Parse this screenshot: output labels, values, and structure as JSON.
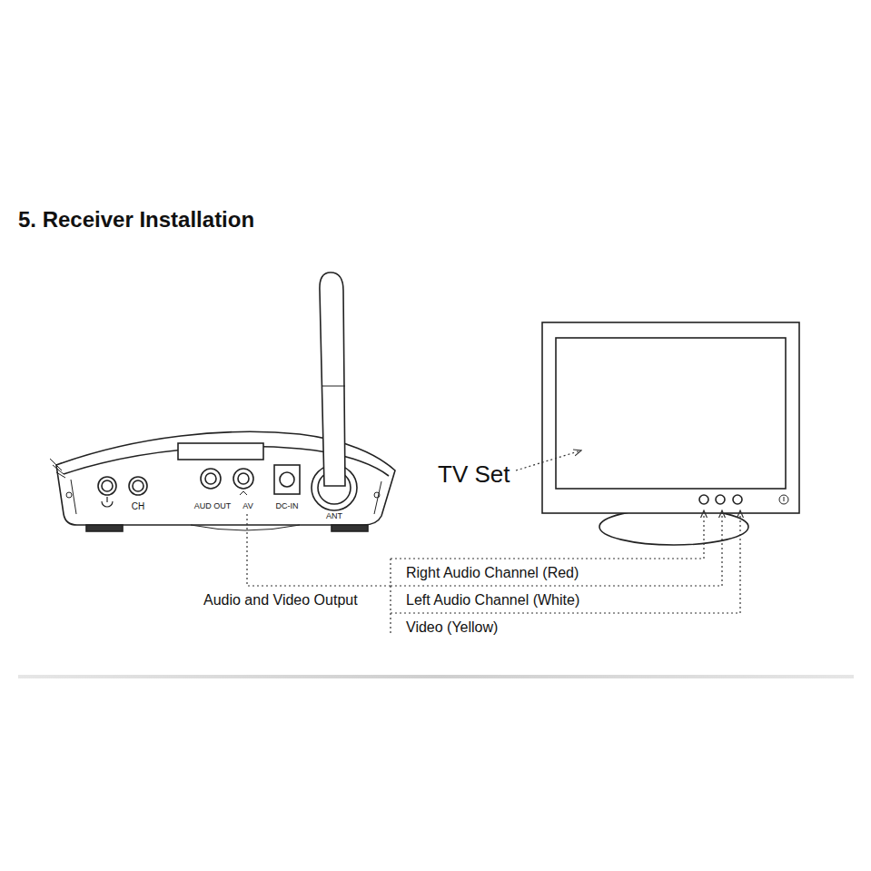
{
  "diagram": {
    "title": "5. Receiver Installation",
    "labels": [
      "CH",
      "AUD OUT",
      "AV",
      "DC-IN",
      "ANT",
      "TV Set",
      "Audio and Video Output",
      "Right Audio Channel (Red)",
      "Left Audio Channel (White)",
      "Video (Yellow)"
    ]
  }
}
